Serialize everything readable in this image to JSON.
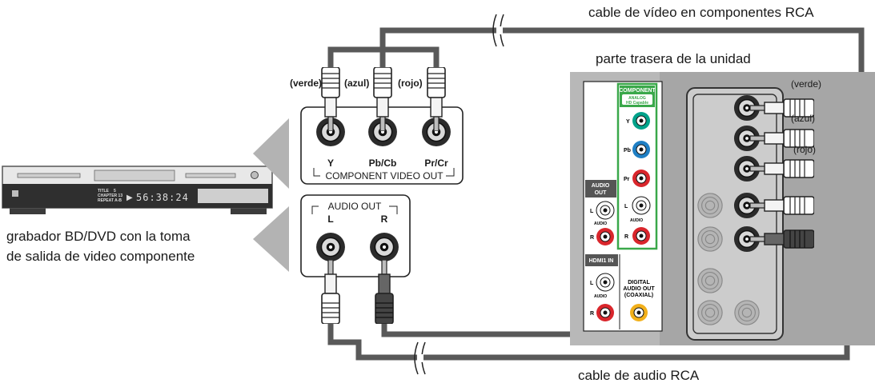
{
  "labels": {
    "video_cable": "cable de vídeo en componentes RCA",
    "rear_of_unit": "parte trasera de la unidad",
    "audio_cable": "cable de audio RCA",
    "player_line1": "grabador BD/DVD con la toma",
    "player_line2": "de salida de video componente"
  },
  "player": {
    "display": "56:38:24",
    "title_line": "TITLE",
    "title_num": "5",
    "chapter_line": "CHAPTER 13",
    "repeat_line": "REPEAT A-B"
  },
  "player_video_out": {
    "plugs": [
      {
        "color_label": "(verde)",
        "jack_label": "Y"
      },
      {
        "color_label": "(azul)",
        "jack_label": "Pb/Cb"
      },
      {
        "color_label": "(rojo)",
        "jack_label": "Pr/Cr"
      }
    ],
    "panel_label": "COMPONENT VIDEO OUT"
  },
  "player_audio_out": {
    "panel_label": "AUDIO OUT",
    "left": "L",
    "right": "R"
  },
  "tv_panel": {
    "component_title": "COMPONENT",
    "component_sub1": "ANALOG",
    "component_sub2": "HD Capable",
    "y": "Y",
    "pb": "Pb",
    "pr": "Pr",
    "l": "L",
    "r": "R",
    "audio": "AUDIO",
    "audio_out_line1": "AUDIO",
    "audio_out_line2": "OUT",
    "hdmi": "HDMI1 IN",
    "digital_line1": "DIGITAL",
    "digital_line2": "AUDIO OUT",
    "digital_line3": "(COAXIAL)"
  },
  "tv_plug_labels": {
    "green": "(verde)",
    "blue": "(azul)",
    "red": "(rojo)"
  },
  "colors": {
    "cable": "#595959",
    "green": "#00a28a",
    "blue": "#1f7fc4",
    "red": "#d9262c",
    "yellow": "#f2b01b",
    "panel_border": "#3aa84a",
    "tv_gray": "#a6a6a6"
  }
}
